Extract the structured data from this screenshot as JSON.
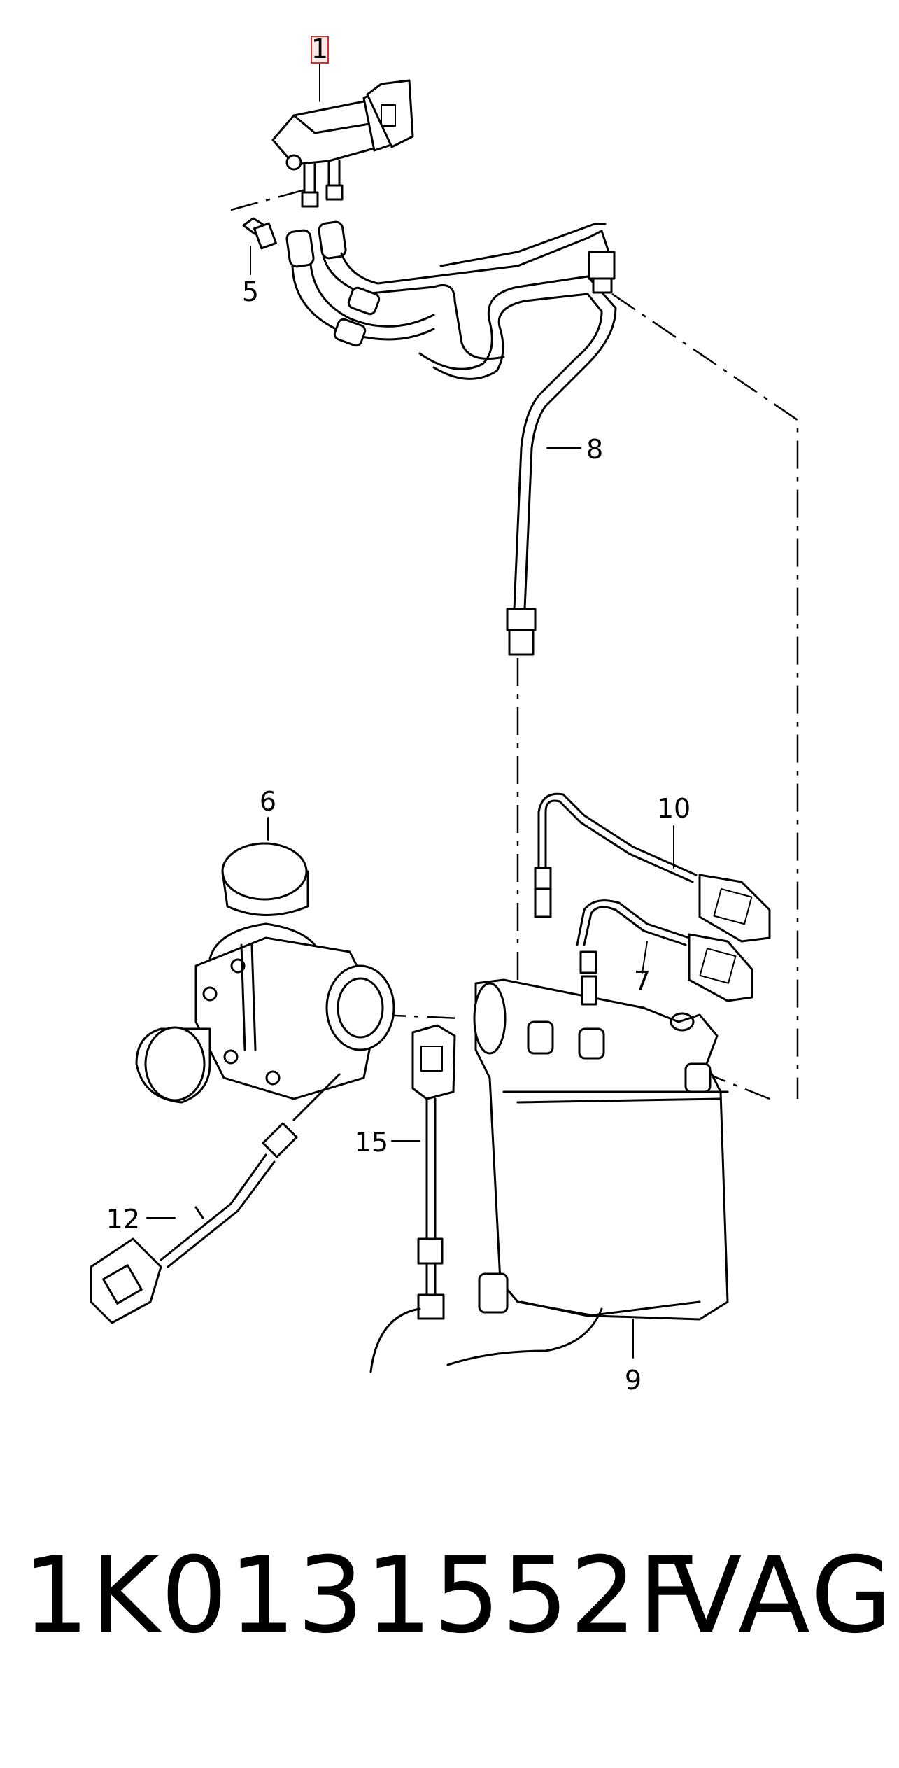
{
  "diagram": {
    "callouts": {
      "c1": "1",
      "c5": "5",
      "c6": "6",
      "c7": "7",
      "c8": "8",
      "c9": "9",
      "c10": "10",
      "c12": "12",
      "c15": "15"
    },
    "highlight_color": "#cc3333"
  },
  "footer": {
    "part_number": "1K0131552F",
    "brand": "VAG"
  }
}
